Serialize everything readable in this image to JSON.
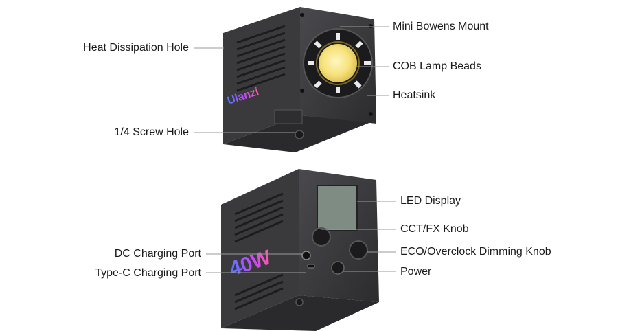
{
  "top_product": {
    "brand": "Ulanzi",
    "callouts": {
      "mini_bowens_mount": "Mini Bowens Mount",
      "heat_dissipation_hole": "Heat Dissipation Hole",
      "cob_lamp_beads": "COB Lamp Beads",
      "heatsink": "Heatsink",
      "screw_hole": "1/4 Screw Hole"
    }
  },
  "bottom_product": {
    "wattage_badge": "40W",
    "callouts": {
      "led_display": "LED Display",
      "cct_fx_knob": "CCT/FX Knob",
      "dc_charging_port": "DC Charging Port",
      "eco_overclock_knob": "ECO/Overclock Dimming Knob",
      "type_c_port": "Type-C Charging Port",
      "power": "Power"
    }
  },
  "colors": {
    "body": "#3a3a3d",
    "body_dark": "#222225",
    "lamp": "#f6e27a",
    "screen": "#7f8c84",
    "brand_gradient": [
      "#4b7bff",
      "#c946ff",
      "#ff5aa0"
    ]
  }
}
